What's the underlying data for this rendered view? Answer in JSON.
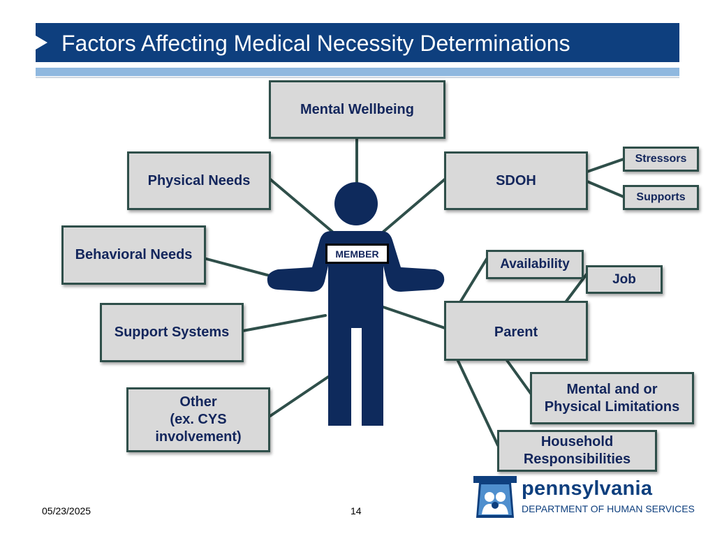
{
  "title": "Factors Affecting Medical Necessity Determinations",
  "center": {
    "label": "MEMBER"
  },
  "nodes": {
    "mental_wellbeing": "Mental Wellbeing",
    "physical_needs": "Physical Needs",
    "behavioral_needs": "Behavioral Needs",
    "support_systems": "Support Systems",
    "other": "Other\n(ex. CYS\ninvolvement)",
    "sdoh": "SDOH",
    "stressors": "Stressors",
    "supports": "Supports",
    "parent": "Parent",
    "availability": "Availability",
    "job": "Job",
    "limitations": "Mental and or\nPhysical Limitations",
    "household": "Household\nResponsibilities"
  },
  "footer": {
    "date": "05/23/2025",
    "page": "14"
  },
  "logo": {
    "name": "pennsylvania",
    "department": "DEPARTMENT OF HUMAN SERVICES"
  },
  "colors": {
    "title_bar": "#0e3f7e",
    "stripe": "#8fb8df",
    "box_fill": "#d9d9d9",
    "box_border": "#2f4f4a",
    "text": "#13265c",
    "figure": "#0e2a5c",
    "connector": "#2f4f4a"
  }
}
